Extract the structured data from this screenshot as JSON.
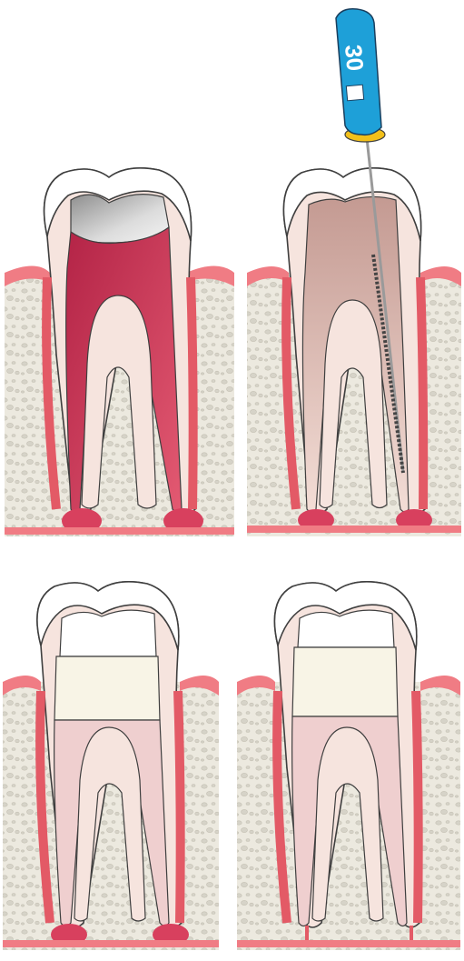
{
  "figure": {
    "panels": [
      {
        "id": "panel-1",
        "stage": "inflamed-pulp"
      },
      {
        "id": "panel-2",
        "stage": "canal-filing"
      },
      {
        "id": "panel-3",
        "stage": "canals-filled"
      },
      {
        "id": "panel-4",
        "stage": "healed"
      }
    ],
    "file_instrument": {
      "label": "30",
      "handle_color": "#1ea0d8",
      "stopper_color": "#f2c01a"
    },
    "colors": {
      "gum": "#f07c84",
      "gum_dark": "#e35a66",
      "bone": "#ece9df",
      "enamel": "#ffffff",
      "dentin": "#f6e4de",
      "pulp_inflamed": "#c8324f",
      "filling_crown": "#f8f4e6",
      "filling_root": "#efcfcf"
    }
  }
}
